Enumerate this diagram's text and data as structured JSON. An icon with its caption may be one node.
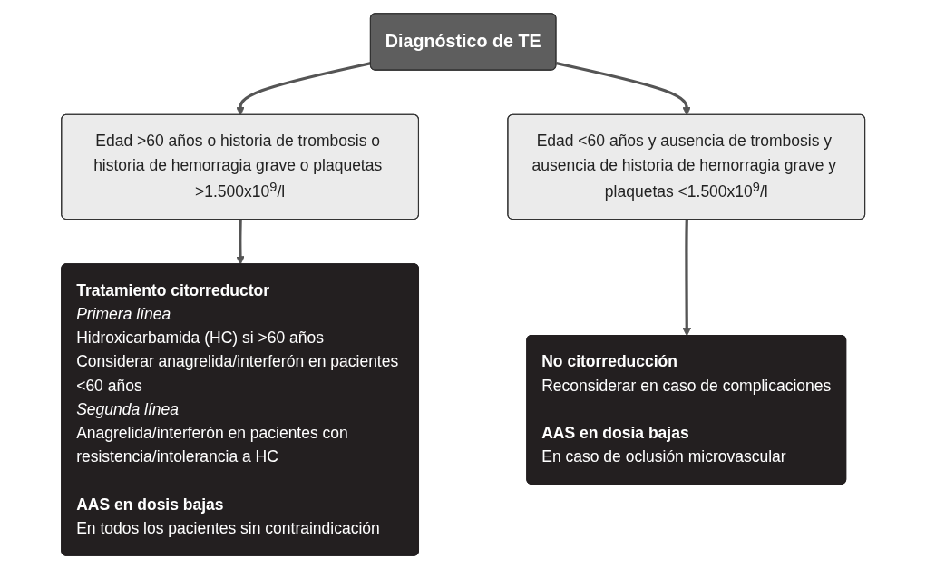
{
  "diagram": {
    "nodes": [
      {
        "text": [
          "Diagnóstico de TE"
        ]
      },
      {
        "text": [
          "Edad >60 años o historia de trombosis o historia de hemorragia grave o plaquetas >1.500x10$^{9}$/l"
        ]
      },
      {
        "text": [
          "Edad <60 años y ausencia de trombosis y ausencia de historia de hemorragia grave y plaquetas <1.500x10$^{9}$/l"
        ]
      },
      {
        "text": [
          "Tratamiento citorreductor",
          "Primera línea",
          "Hidroxicarbamida (HC) si >60 años",
          "Considerar anagrelida/interferón en pacientes <60 años",
          "Segunda línea",
          "Anagrelida/interferón en pacientes con resistencia/intolerancia a HC",
          "AAS en dosis bajas",
          "En todos los pacientes sin contraindicación"
        ]
      },
      {
        "text": [
          "No citorreducción",
          "Reconsiderar en caso de complicaciones",
          "AAS en dosia bajas",
          "En caso de oclusión microvascular"
        ]
      }
    ],
    "edges": [
      {
        "from": 0,
        "to": 1,
        "arrow": "to"
      },
      {
        "from": 0,
        "to": 2,
        "arrow": "to"
      },
      {
        "from": 1,
        "to": 3,
        "arrow": "to"
      },
      {
        "from": 2,
        "to": 4,
        "arrow": "to"
      }
    ]
  }
}
